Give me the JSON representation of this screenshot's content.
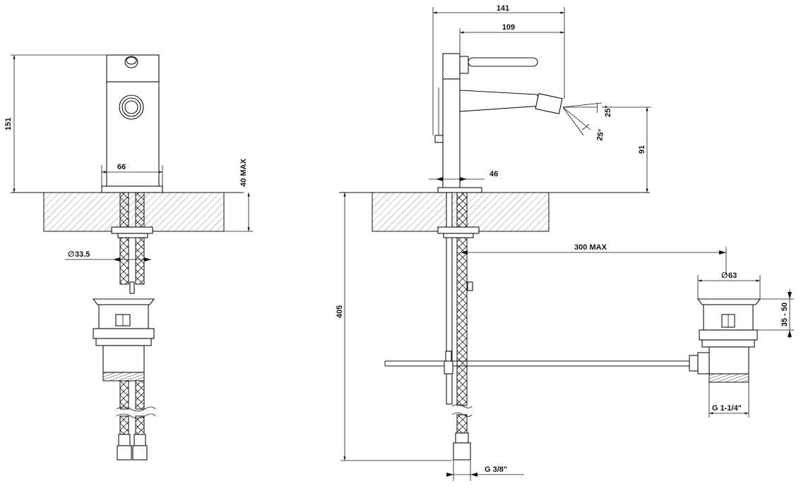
{
  "dimensions": {
    "front_height": "151",
    "front_base_width": "66",
    "front_deck_thickness": "40 MAX",
    "front_hole_diameter": "33.5",
    "side_total_depth": "141",
    "side_lever_depth": "109",
    "side_spout_angle_up": "25°",
    "side_spout_angle_down": "25°",
    "side_spout_height": "91",
    "side_base_width": "46",
    "side_rod_length": "300 MAX",
    "side_drain_diameter": "63",
    "side_drain_range": "35 - 50",
    "side_drain_thread": "G 1-1/4\"",
    "side_total_height": "405",
    "side_hose_thread": "G 3/8\""
  },
  "symbols": {
    "diameter": "∅"
  }
}
